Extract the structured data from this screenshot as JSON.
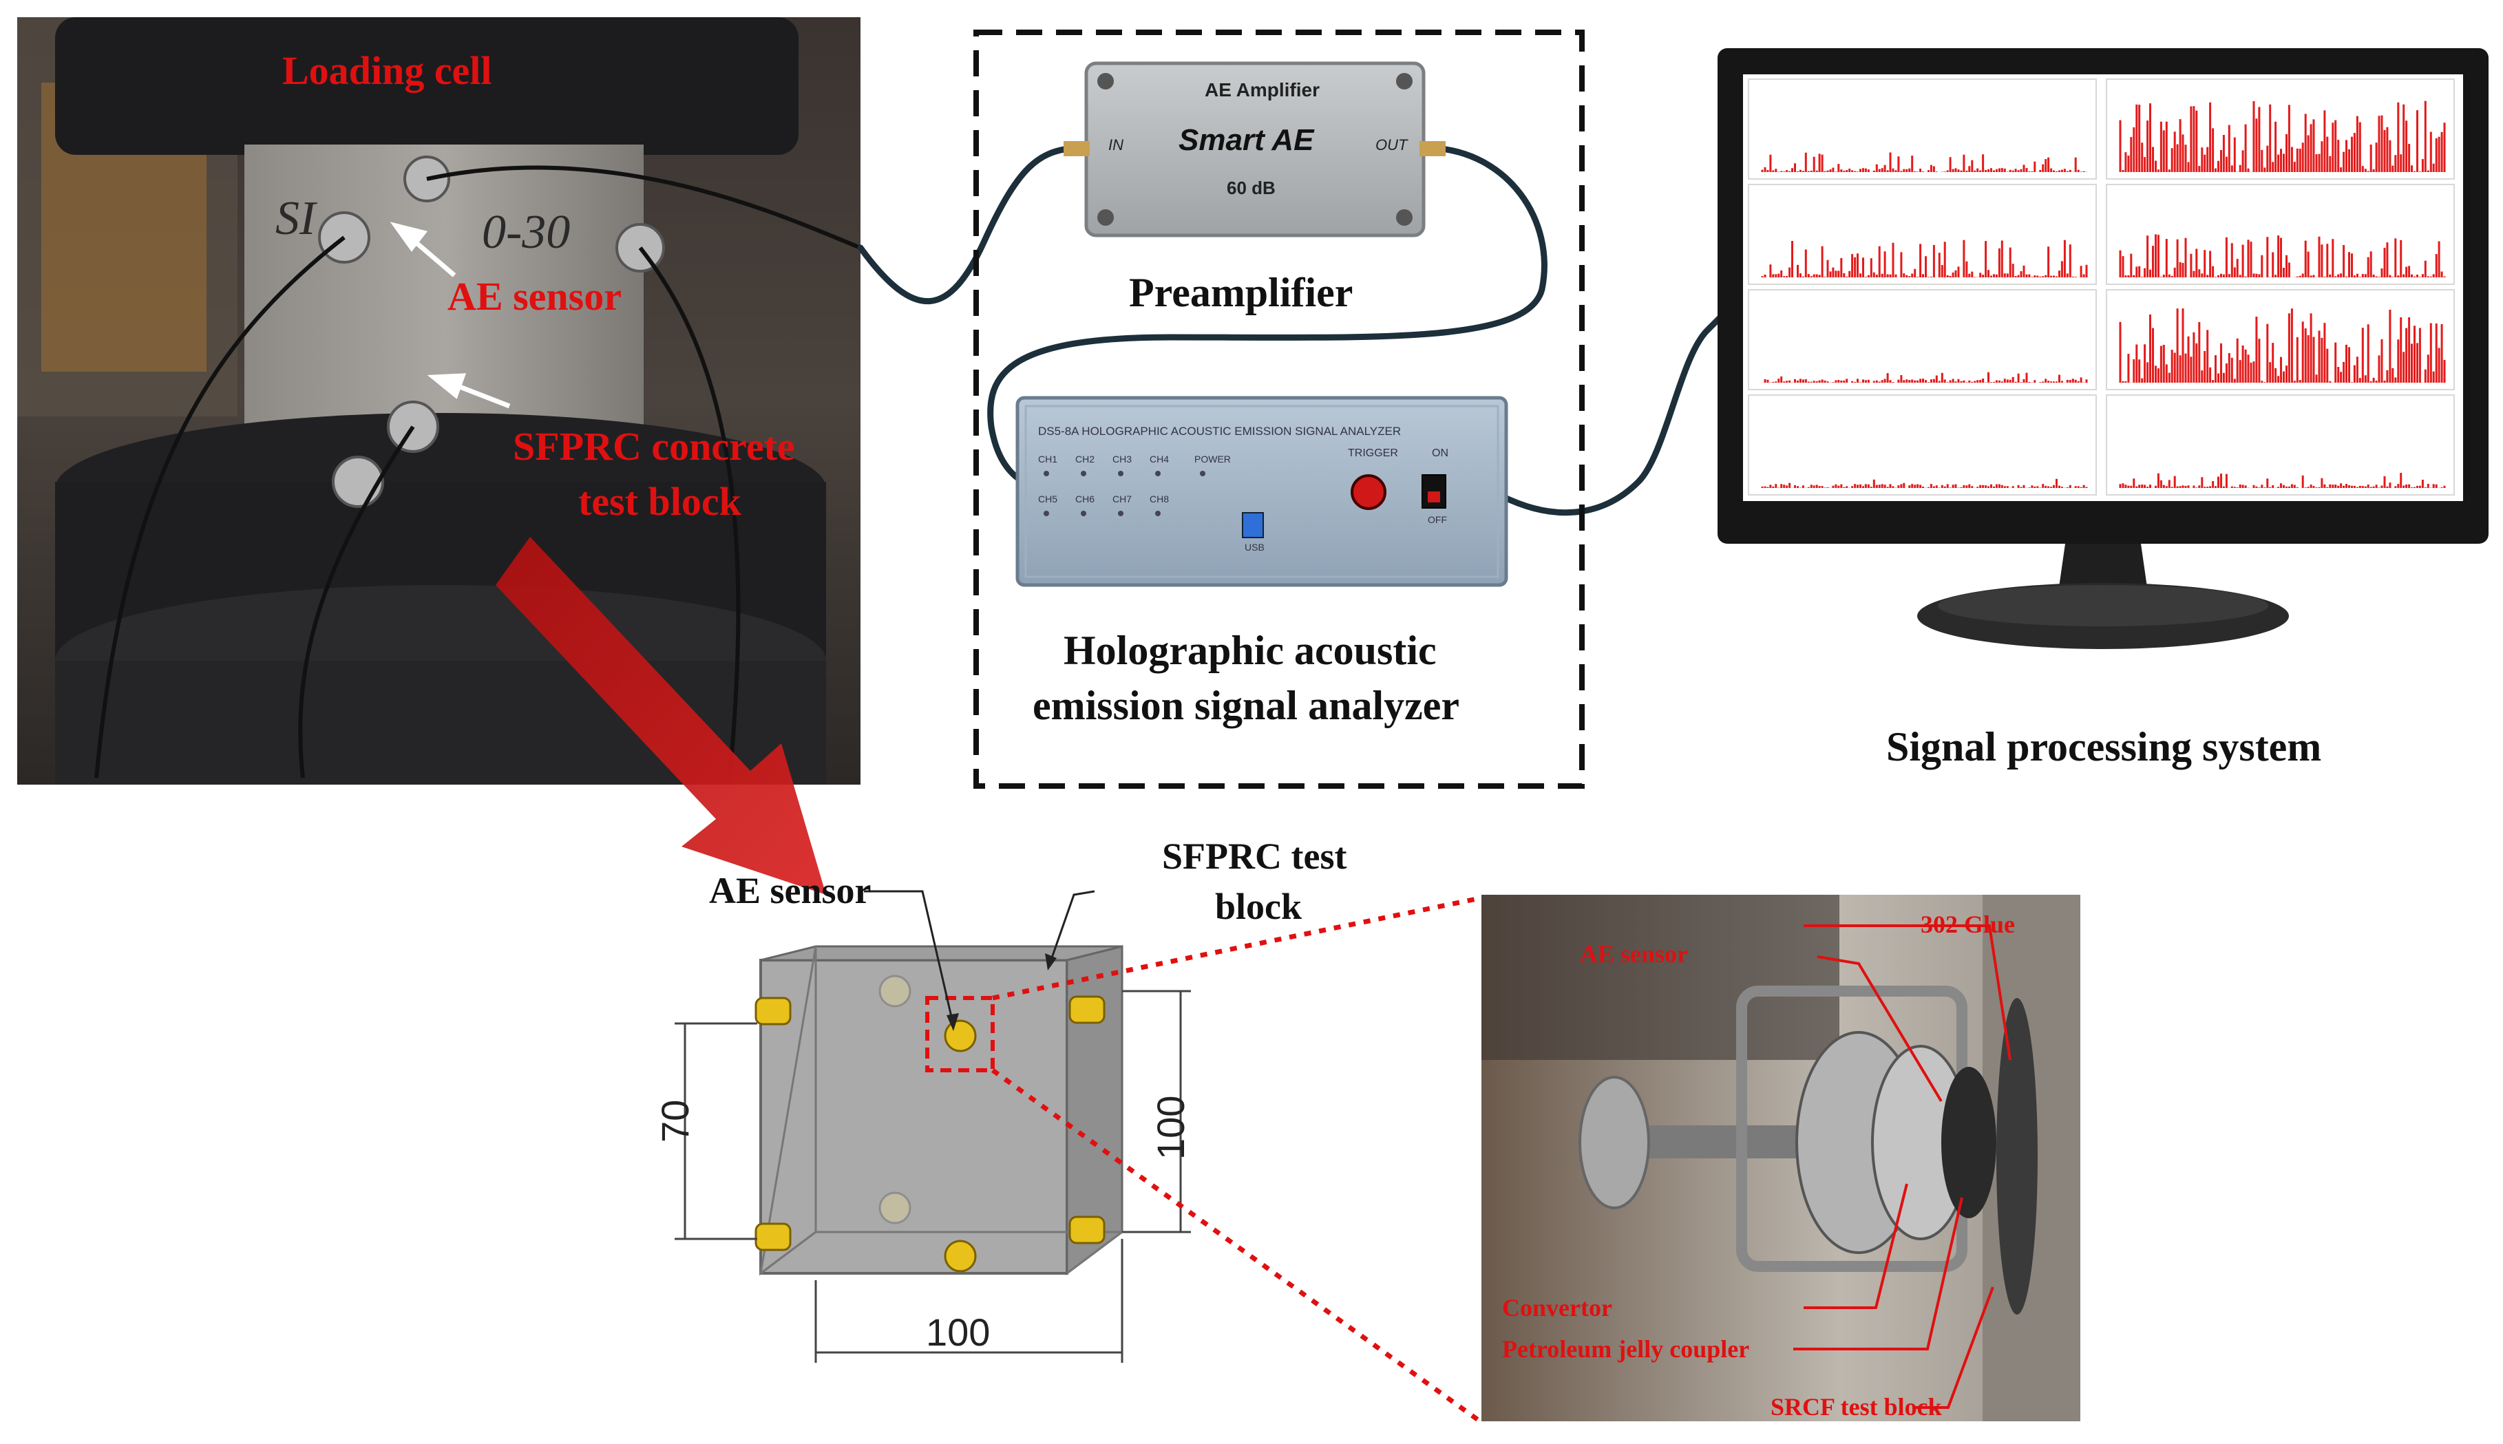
{
  "photo_labels": {
    "loading_cell": "Loading cell",
    "ae_sensor": "AE sensor",
    "block_line1": "SFPRC concrete",
    "block_line2": "test block"
  },
  "amplifier": {
    "title": "AE    Amplifier",
    "brand": "Smart  AE",
    "gain": "60 dB",
    "in": "IN",
    "out": "OUT"
  },
  "analyzer": {
    "panel_title": "DS5-8A  HOLOGRAPHIC  ACOUSTIC  EMISSION  SIGNAL  ANALYZER",
    "channels": [
      "CH1",
      "CH2",
      "CH3",
      "CH4",
      "POWER",
      "CH5",
      "CH6",
      "CH7",
      "CH8"
    ],
    "trigger": "TRIGGER",
    "switch_on": "ON",
    "switch_off": "OFF",
    "usb": "USB"
  },
  "captions": {
    "preamplifier": "Preamplifier",
    "analyzer_line1": "Holographic acoustic",
    "analyzer_line2": "emission signal analyzer",
    "signal_system": "Signal processing system"
  },
  "drawing": {
    "ae_sensor": "AE sensor",
    "block_line1": "SFPRC test",
    "block_line2": "block",
    "dim_height_inner": "70",
    "dim_height_outer": "100",
    "dim_width": "100"
  },
  "closeup": {
    "glue": "302 Glue",
    "ae_sensor": "AE sensor",
    "convertor": "Convertor",
    "coupler": "Petroleum jelly coupler",
    "block": "SRCF test block"
  },
  "colors": {
    "label_red": "#e01010",
    "plot_red": "#e31b1b",
    "sensor_yellow": "#e8c21a",
    "cable": "#1c2f3a"
  }
}
